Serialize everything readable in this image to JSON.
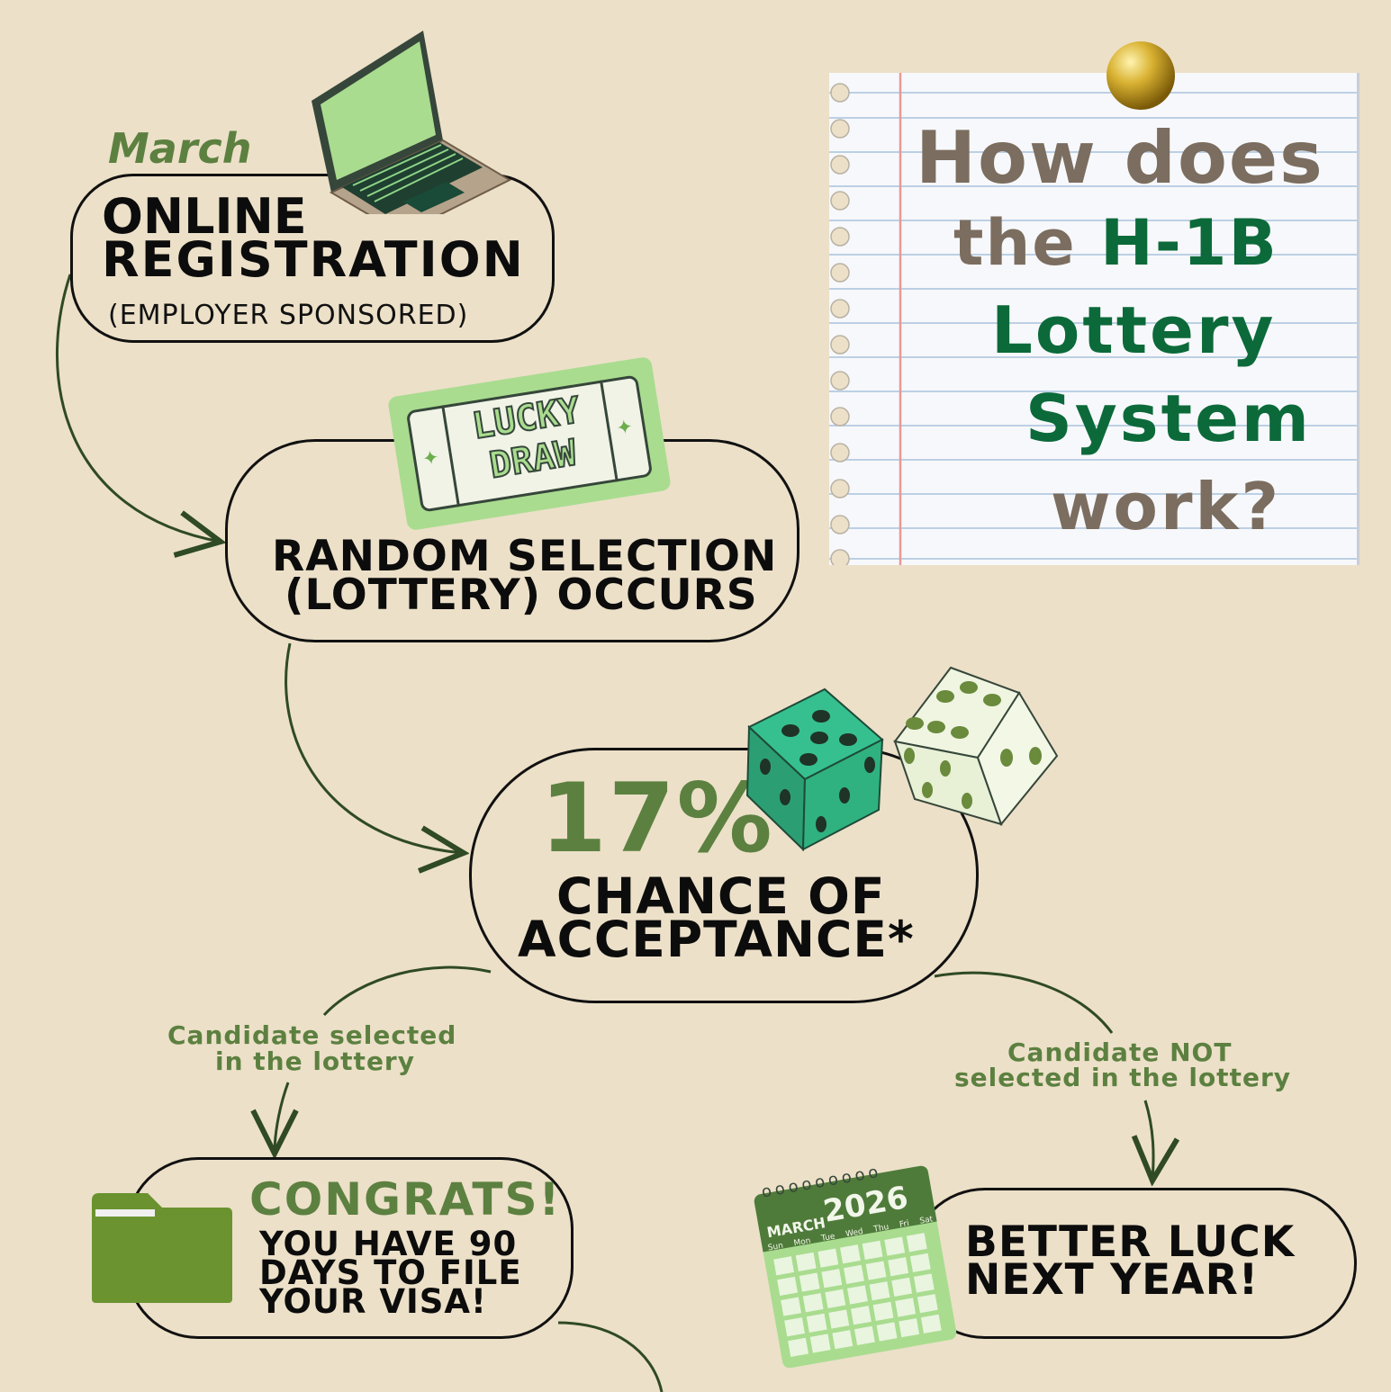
{
  "title": {
    "line1": "How does",
    "line2_prefix": "the",
    "line2_highlight": "H-1B",
    "line3": "Lottery",
    "line4": "System",
    "line5": "work?"
  },
  "steps": {
    "registration": {
      "month": "March",
      "title_line1": "ONLINE",
      "title_line2": "REGISTRATION",
      "subtitle": "(EMPLOYER SPONSORED)"
    },
    "selection": {
      "ticket_line1": "LUCKY",
      "ticket_line2": "DRAW",
      "title_line1": "RANDOM SELECTION",
      "title_line2": "(LOTTERY) OCCURS"
    },
    "chance": {
      "percent": "17%",
      "line1": "CHANCE OF",
      "line2": "ACCEPTANCE*"
    },
    "selected": {
      "branch_line1": "Candidate selected",
      "branch_line2": "in the lottery",
      "headline": "CONGRATS!",
      "line1": "YOU HAVE 90",
      "line2": "DAYS TO FILE",
      "line3": "YOUR VISA!"
    },
    "not_selected": {
      "branch_line1": "Candidate NOT",
      "branch_line2": "selected in the lottery",
      "line1": "BETTER LUCK",
      "line2": "NEXT YEAR!",
      "calendar": {
        "month": "MARCH",
        "year": "2026",
        "days": [
          "Sun",
          "Mon",
          "Tue",
          "Wed",
          "Thu",
          "Fri",
          "Sat"
        ]
      }
    }
  },
  "colors": {
    "background": "#ece0c8",
    "dark_green": "#0c6a3a",
    "olive": "#5c8040",
    "taupe": "#7b6d5f",
    "light_green": "#a9d98f"
  }
}
